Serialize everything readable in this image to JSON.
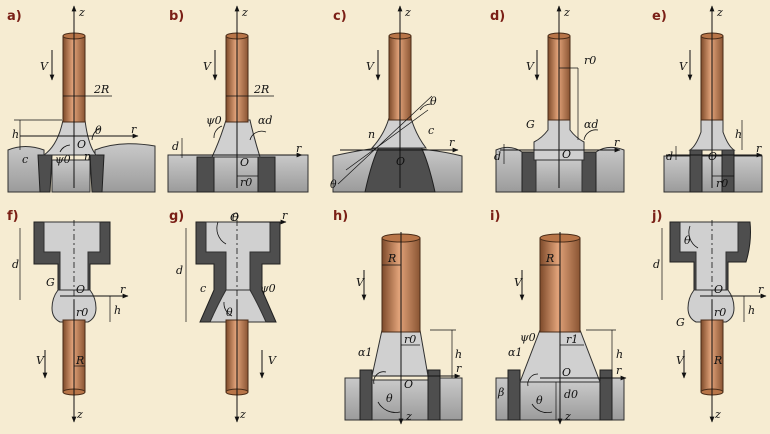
{
  "panels": [
    {
      "id": "a",
      "label": "a)",
      "symbols": [
        "z",
        "V",
        "2R",
        "h",
        "c",
        "ψ0",
        "n",
        "θ",
        "O",
        "r"
      ]
    },
    {
      "id": "b",
      "label": "b)",
      "symbols": [
        "z",
        "V",
        "2R",
        "ψ0",
        "αd",
        "d",
        "O",
        "r",
        "r0"
      ]
    },
    {
      "id": "c",
      "label": "c)",
      "symbols": [
        "z",
        "V",
        "θ",
        "n",
        "c",
        "O",
        "r",
        "θ"
      ]
    },
    {
      "id": "d",
      "label": "d)",
      "symbols": [
        "z",
        "V",
        "r0",
        "G",
        "αd",
        "d",
        "O",
        "r"
      ]
    },
    {
      "id": "e",
      "label": "e)",
      "symbols": [
        "z",
        "V",
        "h",
        "d",
        "O",
        "r",
        "r0"
      ]
    },
    {
      "id": "f",
      "label": "f)",
      "symbols": [
        "d",
        "G",
        "O",
        "r",
        "r0",
        "h",
        "V",
        "R",
        "z"
      ]
    },
    {
      "id": "g",
      "label": "g)",
      "symbols": [
        "θ",
        "O",
        "r",
        "d",
        "c",
        "ψ0",
        "θ",
        "V",
        "z"
      ]
    },
    {
      "id": "h",
      "label": "h)",
      "symbols": [
        "z",
        "R",
        "V",
        "r0",
        "α1",
        "O",
        "h",
        "r",
        "θ"
      ]
    },
    {
      "id": "i",
      "label": "i)",
      "symbols": [
        "z",
        "R",
        "V",
        "r1",
        "ψ0",
        "α1",
        "O",
        "h",
        "r",
        "β",
        "θ",
        "d0"
      ]
    },
    {
      "id": "j",
      "label": "j)",
      "symbols": [
        "θ",
        "d",
        "G",
        "O",
        "r",
        "r0",
        "h",
        "V",
        "R",
        "z"
      ]
    }
  ],
  "colors": {
    "background": "#f6ecd2",
    "rod": "#c8875a",
    "melt": "#b9b9b9",
    "meniscus": "#d0d0d0",
    "mold": "#4e4e4e",
    "label": "#7a1f16"
  }
}
